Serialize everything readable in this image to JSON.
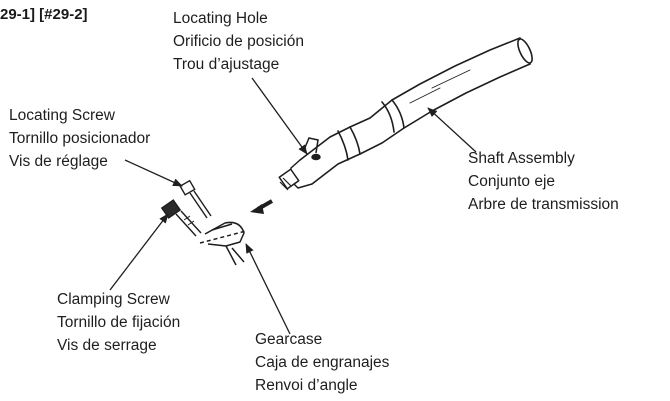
{
  "ref_tag": "29-1] [#29-2]",
  "callouts": {
    "locating_hole": {
      "en": "Locating Hole",
      "es": "Orificio de posición",
      "fr": "Trou d’ajustage"
    },
    "locating_screw": {
      "en": "Locating Screw",
      "es": "Tornillo posicionador",
      "fr": "Vis de réglage"
    },
    "shaft_assembly": {
      "en": "Shaft Assembly",
      "es": "Conjunto eje",
      "fr": "Arbre de transmission"
    },
    "clamping_screw": {
      "en": "Clamping Screw",
      "es": "Tornillo de fijación",
      "fr": "Vis de serrage"
    },
    "gearcase": {
      "en": "Gearcase",
      "es": "Caja  de engranajes",
      "fr": "Renvoi d’angle"
    }
  },
  "colors": {
    "ink": "#1e1e1e",
    "background": "#ffffff"
  }
}
